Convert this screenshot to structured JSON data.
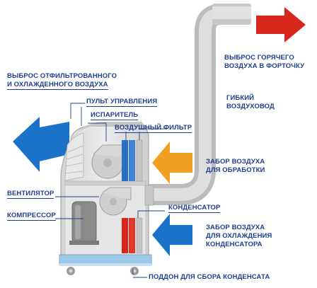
{
  "labels": {
    "hot_air_out_l1": "ВЫБРОС ГОРЯЧЕГО",
    "hot_air_out_l2": "ВОЗДУХА В ФОРТОЧКУ",
    "filtered_air_out_l1": "ВЫБРОС ОТФИЛЬТРОВАННОГО",
    "filtered_air_out_l2": "И ОХЛАЖДЕННОГО ВОЗДУХА",
    "control_panel": "ПУЛЬТ УПРАВЛЕНИЯ",
    "evaporator": "ИСПАРИТЕЛЬ",
    "air_filter": "ВОЗДУШНЫЙ ФИЛЬТР",
    "flex_duct_l1": "ГИБКИЙ",
    "flex_duct_l2": "ВОЗДУХОВОД",
    "air_intake_l1": "ЗАБОР ВОЗДУХА",
    "air_intake_l2": "ДЛЯ ОБРАБОТКИ",
    "fan": "ВЕНТИЛЯТОР",
    "condenser": "КОНДЕНСАТОР",
    "compressor": "КОМПРЕССОР",
    "cond_intake_l1": "ЗАБОР ВОЗДУХА",
    "cond_intake_l2": "ДЛЯ ОХЛАЖДЕНИЯ",
    "cond_intake_l3": "КОНДЕНСАТОРА",
    "drain_pan": "ПОДДОН ДЛЯ СБОРА КОНДЕНСАТА"
  },
  "colors": {
    "label_text": "#1f3f8f",
    "hot_arrow": "#d9261c",
    "cold_arrow": "#1a73c9",
    "intake_arrow": "#f0a020",
    "condenser": "#e0392a",
    "evaporator": "#2a6fc4",
    "duct": "#c8c8c8",
    "unit_body": "#dcdcdc"
  }
}
